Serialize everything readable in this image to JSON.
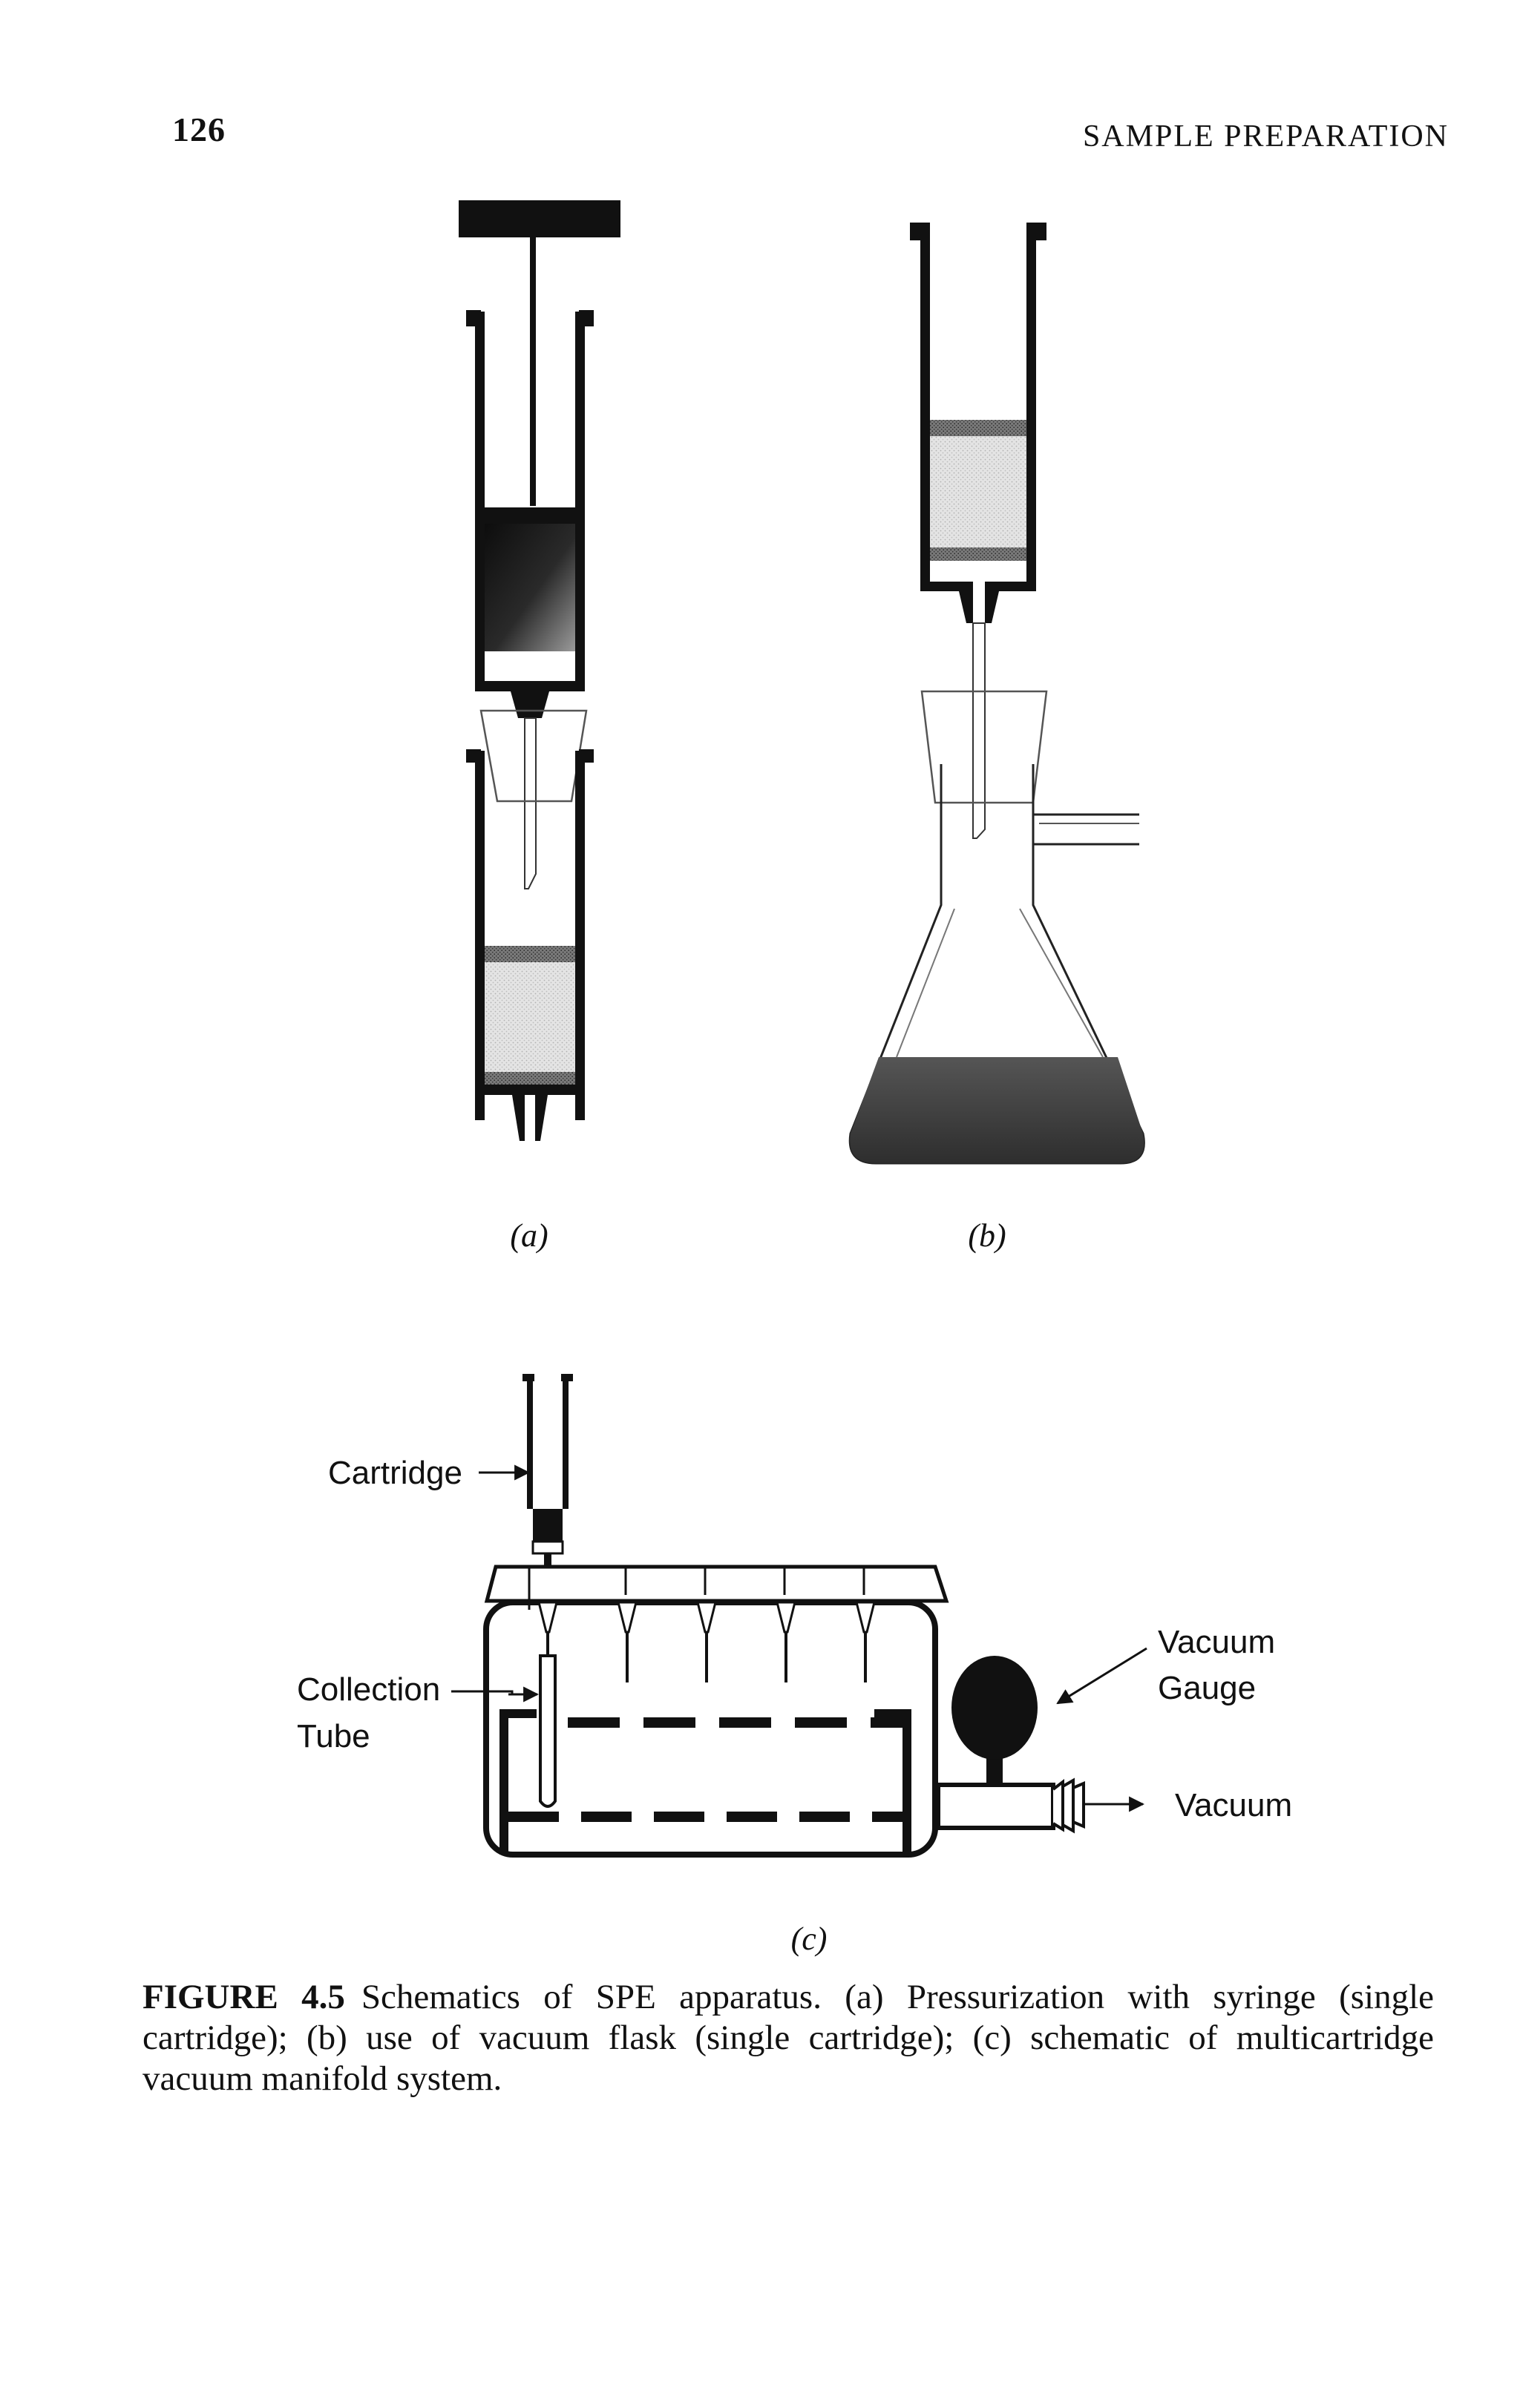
{
  "header": {
    "page_number": "126",
    "section_title": "SAMPLE PREPARATION"
  },
  "figure": {
    "panel_labels": {
      "a": "(a)",
      "b": "(b)",
      "c": "(c)"
    },
    "callouts": {
      "cartridge": "Cartridge",
      "collection_line1": "Collection",
      "collection_line2": "Tube",
      "gauge_line1": "Vacuum",
      "gauge_line2": "Gauge",
      "vacuum": "Vacuum"
    }
  },
  "caption": {
    "label": "FIGURE 4.5",
    "text": "Schematics of SPE apparatus. (a) Pressurization with syringe (single cartridge); (b) use of vacuum flask (single cartridge); (c) schematic of multicartridge vacuum manifold system."
  }
}
